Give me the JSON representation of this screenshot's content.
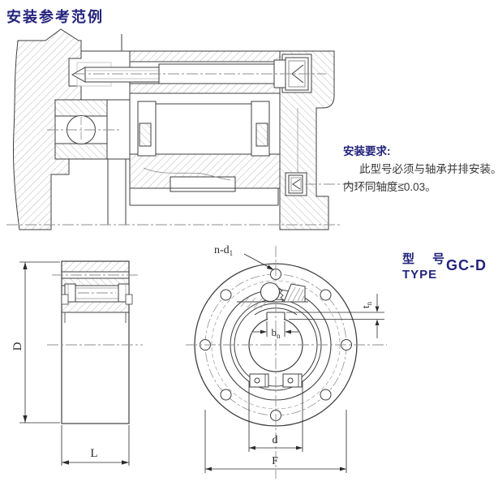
{
  "title": "安装参考范例",
  "install_note": {
    "heading": "安装要求:",
    "line1": "此型号必须与轴承并排安装。",
    "line2": "内环同轴度≤0.03。"
  },
  "type_block": {
    "cn": "型 号",
    "en": "TYPE",
    "model": "GC-D"
  },
  "dim_labels": {
    "D": "D",
    "L": "L",
    "d": "d",
    "F": "F",
    "n_d1": {
      "base": "n-d",
      "sub": "1"
    },
    "b_n": {
      "base": "b",
      "sub": "n"
    },
    "t_n": {
      "base": "t",
      "sub": "n"
    }
  },
  "colors": {
    "accent": "#23237d",
    "body_text": "#3a3a3a",
    "line": "#3f3f3f",
    "hatch": "#a6a6a6",
    "centerline": "#8f8f8f",
    "background": "#ffffff"
  }
}
